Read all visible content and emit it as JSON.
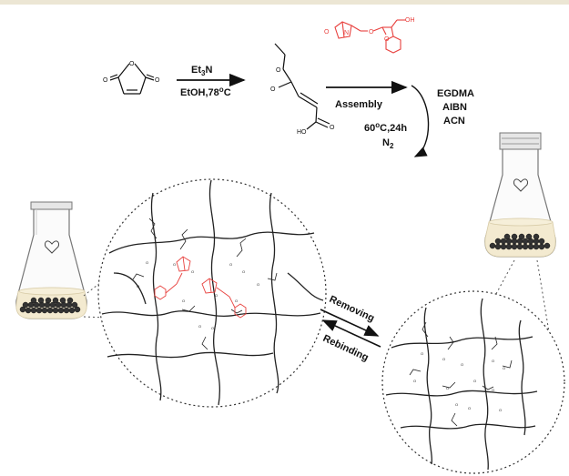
{
  "colors": {
    "top_bar": "#ece6d4",
    "template": "#e8413e",
    "ink": "#111111",
    "flask_liquid": "#f3ead0"
  },
  "reaction": {
    "step1": {
      "reagent_top": "Et",
      "reagent_top_sub": "3",
      "reagent_top_tail": "N",
      "reagent_bottom": "EtOH,78",
      "reagent_bottom_sup": "o",
      "reagent_bottom_tail": "C"
    },
    "step2": {
      "label": "Assembly"
    },
    "conditions": {
      "left_line1": "60",
      "left_line1_sup": "o",
      "left_line1_tail": "C,24h",
      "left_line2": "N",
      "left_line2_sub": "2",
      "right_line1": "EGDMA",
      "right_line2": "AIBN",
      "right_line3": "ACN"
    },
    "acid_label": "HO",
    "template_oh": "OH"
  },
  "process": {
    "forward": "Removing",
    "reverse": "Rebinding"
  },
  "icons": [
    "anhydride-structure",
    "monoester-structure",
    "template-molecule",
    "flask-icon",
    "polymer-network",
    "bead-pile"
  ]
}
